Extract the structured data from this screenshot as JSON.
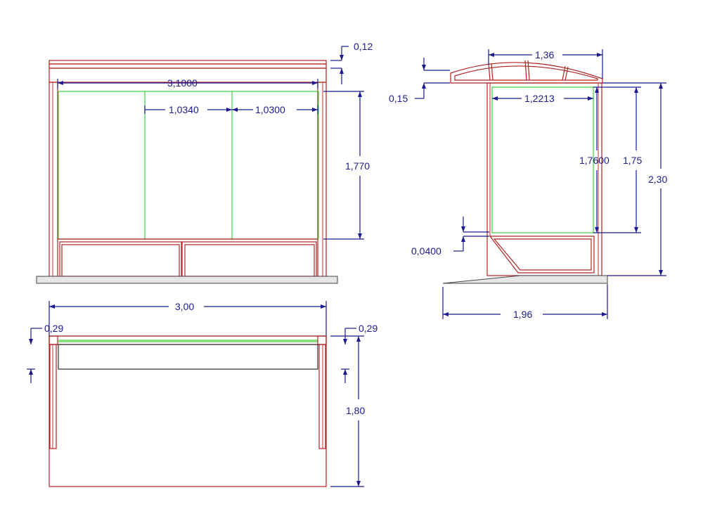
{
  "front_view": {
    "dim_overall_width": "3,1000",
    "dim_panel_middle": "1,0340",
    "dim_panel_right": "1,0300",
    "dim_glass_height": "1,770",
    "dim_roof_thickness": "0,12"
  },
  "side_view": {
    "dim_roof_width": "1,36",
    "dim_roof_thickness": "0,15",
    "dim_glass_width": "1,2213",
    "dim_glass_height": "1,7600",
    "dim_frame_height": "1,75",
    "dim_total_height": "2,30",
    "dim_bench_gap": "0,0400",
    "dim_base_width": "1,96"
  },
  "plan_view": {
    "dim_width": "3,00",
    "dim_left_depth": "0,29",
    "dim_right_depth": "0,29",
    "dim_depth": "1,80"
  }
}
